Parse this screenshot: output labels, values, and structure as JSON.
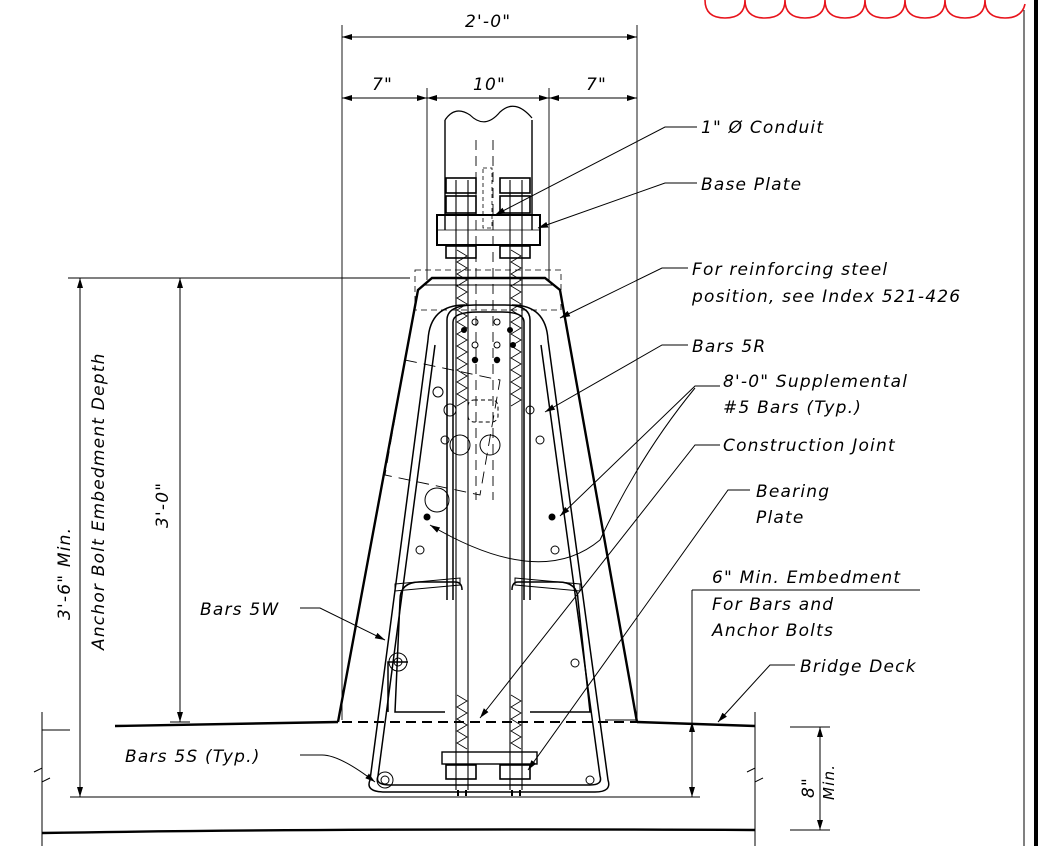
{
  "dimensions": {
    "overall_width": "2'-0\"",
    "left_offset": "7\"",
    "center_width": "10\"",
    "right_offset": "7\"",
    "embedment_min": "3'-6\" Min.",
    "embedment_caption": "Anchor Bolt Embedment Depth",
    "pedestal_height": "3'-0\"",
    "deck_thickness": "8\"",
    "deck_thickness_note": "Min."
  },
  "callouts": {
    "conduit": "1\" Ø Conduit",
    "base_plate": "Base Plate",
    "reinforcing_line1": "For reinforcing steel",
    "reinforcing_line2": "position, see Index 521-426",
    "bars_5r": "Bars 5R",
    "supplemental_line1": "8'-0\" Supplemental",
    "supplemental_line2": "#5 Bars (Typ.)",
    "construction_joint": "Construction Joint",
    "bearing_line1": "Bearing",
    "bearing_line2": "Plate",
    "min_embed_line1": "6\" Min. Embedment",
    "min_embed_line2": "For Bars and",
    "min_embed_line3": "Anchor Bolts",
    "bridge_deck": "Bridge Deck",
    "bars_5w": "Bars 5W",
    "bars_5s": "Bars 5S (Typ.)"
  },
  "colors": {
    "linework": "#000000",
    "revision_cloud": "#e8141c",
    "background": "#ffffff"
  }
}
